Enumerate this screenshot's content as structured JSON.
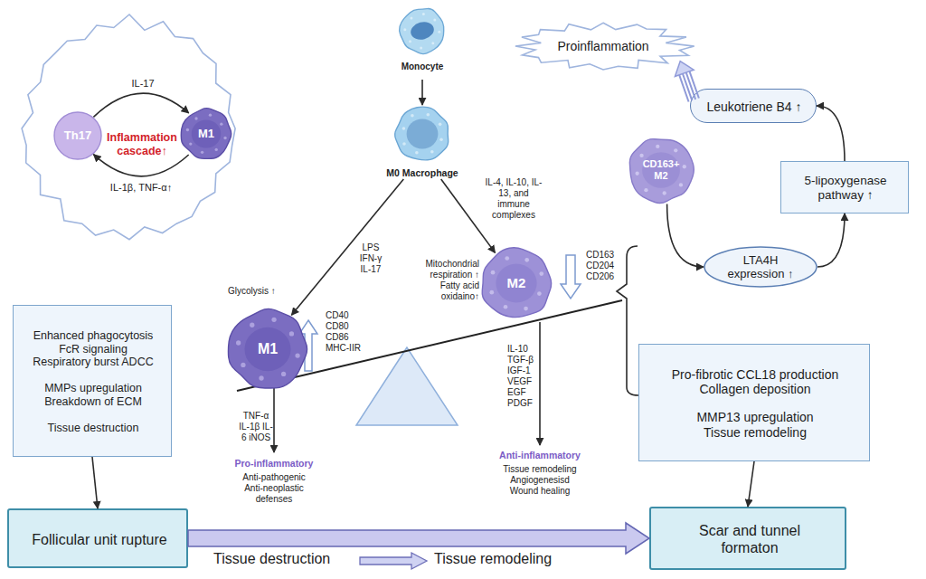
{
  "diagram": {
    "nodes": [
      {
        "text": [
          "Inflammation cascade↑"
        ]
      },
      {
        "text": [
          "Th17"
        ],
        "in": 0
      },
      {
        "text": [
          "M1"
        ],
        "in": 0
      },
      {
        "text": [
          "Monocyte"
        ]
      },
      {
        "text": [
          "M0 Macrophage"
        ]
      },
      {
        "text": [
          "Proinflammation"
        ]
      },
      {
        "text": [
          "Leukotriene B4 ↑"
        ]
      },
      {
        "text": [
          "CD163+ M2"
        ]
      },
      {
        "text": [
          "5-lipoxygenase pathway ↑"
        ]
      },
      {
        "text": [
          "M2"
        ]
      },
      {
        "text": [
          "LTA4H expression ↑"
        ]
      },
      {
        "text": [
          "M1"
        ]
      },
      {
        "text": [
          "Enhanced phagocytosis FcR signaling Respiratory burst ADCC",
          "MMPs upregulation Breakdown of ECM",
          "Tissue destruction"
        ]
      },
      {
        "text": [
          "Pro-fibrotic CCL18 production Collagen deposition",
          "MMP13 upregulation Tissue remodeling"
        ]
      },
      {
        "text": [
          "Follicular unit rupture"
        ]
      },
      {
        "text": [
          "Scar and tunnel formaton"
        ]
      }
    ],
    "edges": [
      {
        "from": 1,
        "to": 2,
        "arrow": "to",
        "label": "IL-17"
      },
      {
        "from": 2,
        "to": 1,
        "arrow": "to",
        "label": "IL-1β, TNF-α↑"
      },
      {
        "from": 3,
        "to": 4,
        "arrow": "to"
      },
      {
        "from": 4,
        "to": 11,
        "arrow": "to",
        "label": "LPS IFN-γ IL-17"
      },
      {
        "from": 4,
        "to": 9,
        "arrow": "to",
        "label": "IL-4, IL-10, IL-13, and immune complexes"
      },
      {
        "from": 7,
        "to": 10,
        "arrow": "to"
      },
      {
        "from": 10,
        "to": 8,
        "arrow": "to"
      },
      {
        "from": 8,
        "to": 6,
        "arrow": "to"
      },
      {
        "from": 6,
        "to": 5,
        "arrow": "to"
      },
      {
        "from": 12,
        "to": 14,
        "arrow": "to"
      },
      {
        "from": 13,
        "to": 15,
        "arrow": "to"
      },
      {
        "from": 14,
        "to": 15,
        "arrow": "to"
      }
    ],
    "labels": [
      "Glycolysis ↑",
      "CD40 CD80 CD86 MHC-IIR",
      "TNF-α IL-1β IL-6 iNOS",
      "Pro-inflammatory",
      "Anti-pathogenic Anti-neoplastic defenses",
      "Mitochondrial respiration ↑ Fatty acid oxidaino↑",
      "CD163 CD204 CD206",
      "IL-10 TGF-β IGF-1 VEGF EGF PDGF",
      "Anti-inflammatory",
      "Tissue remodeling Angiogenesisd Wound healing",
      "Tissue destruction",
      "Tissue remodeling"
    ]
  }
}
